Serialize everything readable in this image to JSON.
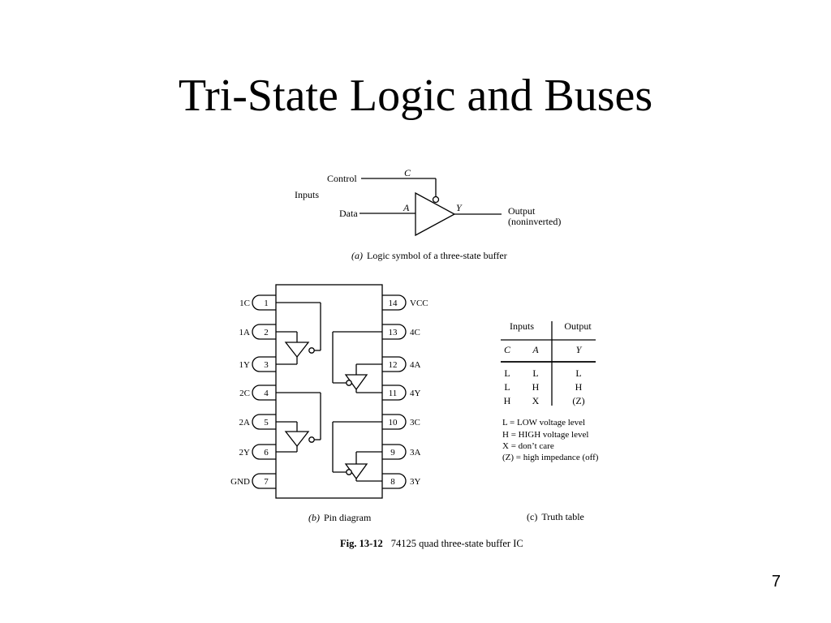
{
  "slide": {
    "title": "Tri-State Logic and Buses",
    "page_number": "7"
  },
  "symbol": {
    "control_label": "Control",
    "inputs_label": "Inputs",
    "data_label": "Data",
    "c_label": "C",
    "a_label": "A",
    "y_label": "Y",
    "output_label": "Output",
    "output_sub_label": "(noninverted)",
    "caption_letter": "(a)",
    "caption_text": "Logic symbol of a three-state buffer"
  },
  "pin_diagram": {
    "left_pins": [
      {
        "number": "1",
        "name": "1C"
      },
      {
        "number": "2",
        "name": "1A"
      },
      {
        "number": "3",
        "name": "1Y"
      },
      {
        "number": "4",
        "name": "2C"
      },
      {
        "number": "5",
        "name": "2A"
      },
      {
        "number": "6",
        "name": "2Y"
      },
      {
        "number": "7",
        "name": "GND"
      }
    ],
    "right_pins": [
      {
        "number": "14",
        "name": "VCC"
      },
      {
        "number": "13",
        "name": "4C"
      },
      {
        "number": "12",
        "name": "4A"
      },
      {
        "number": "11",
        "name": "4Y"
      },
      {
        "number": "10",
        "name": "3C"
      },
      {
        "number": "9",
        "name": "3A"
      },
      {
        "number": "8",
        "name": "3Y"
      }
    ],
    "caption_letter": "(b)",
    "caption_text": "Pin diagram"
  },
  "truth_table": {
    "group_inputs": "Inputs",
    "group_output": "Output",
    "columns": [
      "C",
      "A",
      "Y"
    ],
    "rows": [
      [
        "L",
        "L",
        "L"
      ],
      [
        "L",
        "H",
        "H"
      ],
      [
        "H",
        "X",
        "(Z)"
      ]
    ],
    "legend": [
      "L = LOW voltage level",
      "H = HIGH voltage level",
      "X = don’t care",
      "(Z) = high impedance (off)"
    ],
    "caption_letter": "(c)",
    "caption_text": "Truth  table"
  },
  "figure_caption": {
    "label": "Fig. 13-12",
    "text": "74125 quad three-state buffer IC"
  }
}
